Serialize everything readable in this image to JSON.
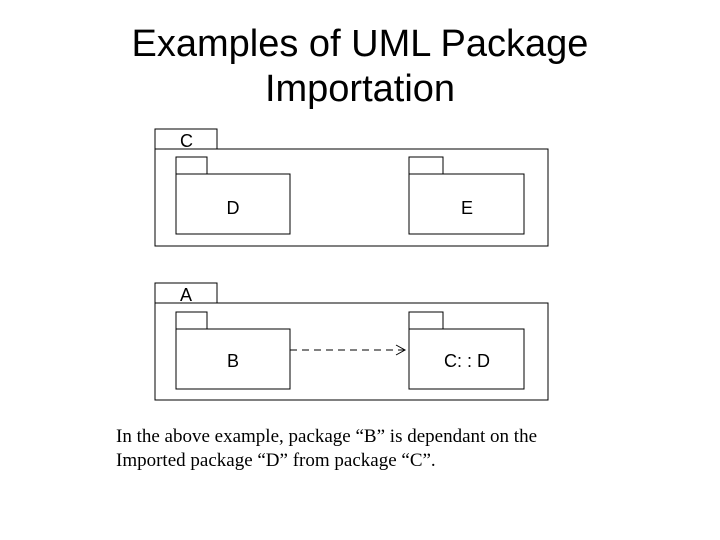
{
  "slide": {
    "title_line1": "Examples of UML Package",
    "title_line2": "Importation"
  },
  "diagram": {
    "package_c": {
      "label": "C",
      "children": {
        "d_label": "D",
        "e_label": "E"
      }
    },
    "package_a": {
      "label": "A",
      "children": {
        "b_label": "B",
        "cd_label": "C: : D"
      }
    },
    "dependency": {
      "from": "B",
      "to": "C: : D",
      "style": "dashed-arrow"
    }
  },
  "caption": {
    "line1": "In the above example, package “B” is dependant on the",
    "line2": "Imported package “D” from package “C”."
  }
}
